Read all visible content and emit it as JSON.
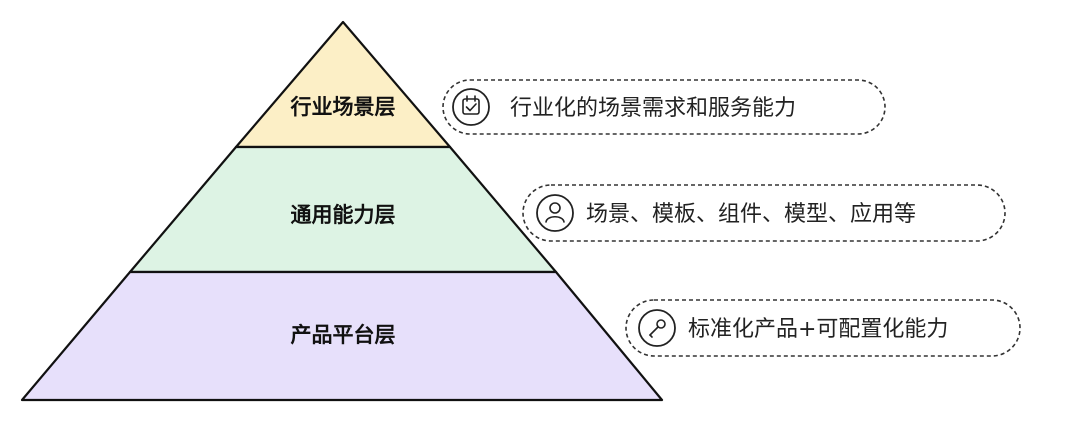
{
  "layers": [
    {
      "label": "行业场景层",
      "color": "#fcefc6"
    },
    {
      "label": "通用能力层",
      "color": "#ddf3e4"
    },
    {
      "label": "产品平台层",
      "color": "#e7e0fb"
    }
  ],
  "callouts": [
    {
      "icon": "calendar-check-icon",
      "text": "行业化的场景需求和服务能力"
    },
    {
      "icon": "user-icon",
      "text": "场景、模板、组件、模型、应用等"
    },
    {
      "icon": "wrench-icon",
      "text": "标准化产品+可配置化能力"
    }
  ],
  "colors": {
    "outline": "#111111",
    "pill_border": "#333333"
  }
}
